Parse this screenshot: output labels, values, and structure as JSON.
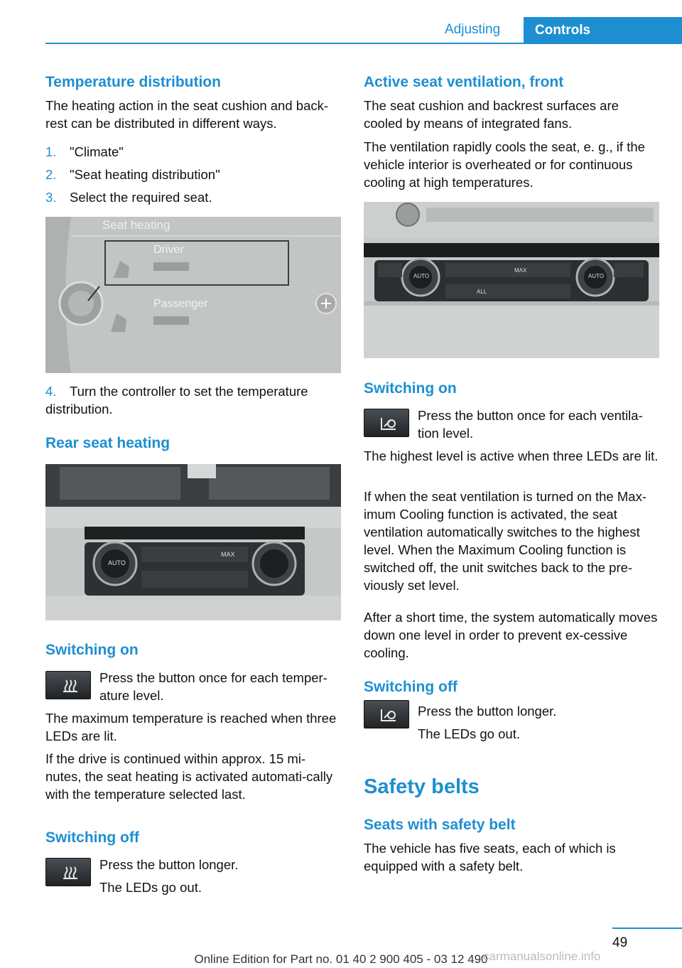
{
  "header": {
    "section": "Adjusting",
    "tab": "Controls"
  },
  "left": {
    "temp_dist": {
      "heading": "Temperature distribution",
      "text": "The heating action in the seat cushion and back-rest can be distributed in different ways.",
      "steps": [
        {
          "n": "1.",
          "t": "\"Climate\""
        },
        {
          "n": "2.",
          "t": "\"Seat heating distribution\""
        },
        {
          "n": "3.",
          "t": "Select the required seat."
        }
      ],
      "screen": {
        "title": "Seat heating",
        "driver": "Driver",
        "passenger": "Passenger"
      },
      "step4": {
        "n": "4.",
        "t": "Turn the controller to set the temperature distribution."
      }
    },
    "rear": {
      "heading": "Rear seat heating",
      "panel": {
        "auto": "AUTO",
        "max": "MAX"
      }
    },
    "on": {
      "heading": "Switching on",
      "btn_text": "Press the button once for each temper-ature level.",
      "p1": "The maximum temperature is reached when three LEDs are lit.",
      "p2": "If the drive is continued within approx. 15 mi-nutes, the seat heating is activated automati-cally with the temperature selected last."
    },
    "off": {
      "heading": "Switching off",
      "btn_text": "Press the button longer.",
      "p1": "The LEDs go out."
    }
  },
  "right": {
    "vent": {
      "heading": "Active seat ventilation, front",
      "p1": "The seat cushion and backrest surfaces are cooled by means of integrated fans.",
      "p2": "The ventilation rapidly cools the seat, e. g., if the vehicle interior is overheated or for continuous cooling at high temperatures.",
      "panel": {
        "auto_l": "AUTO",
        "auto_r": "AUTO",
        "max": "MAX",
        "all": "ALL"
      }
    },
    "on": {
      "heading": "Switching on",
      "btn_text": "Press the button once for each ventila-tion level.",
      "p1": "The highest level is active when three LEDs are lit.",
      "p2": "If when the seat ventilation is turned on the Max-imum Cooling function is activated, the seat ventilation automatically switches to the highest level. When the Maximum Cooling function is switched off, the unit switches back to the pre-viously set level.",
      "p3": "After a short time, the system automatically moves down one level in order to prevent ex-cessive cooling."
    },
    "off": {
      "heading": "Switching off",
      "btn_text": "Press the button longer.",
      "p1": "The LEDs go out."
    },
    "belts": {
      "heading": "Safety belts",
      "subheading": "Seats with safety belt",
      "text": "The vehicle has five seats, each of which is equipped with a safety belt."
    }
  },
  "footer": {
    "page": "49",
    "edition": "Online Edition for Part no. 01 40 2 900 405 - 03 12 490",
    "watermark": "carmanualsonline.info"
  }
}
